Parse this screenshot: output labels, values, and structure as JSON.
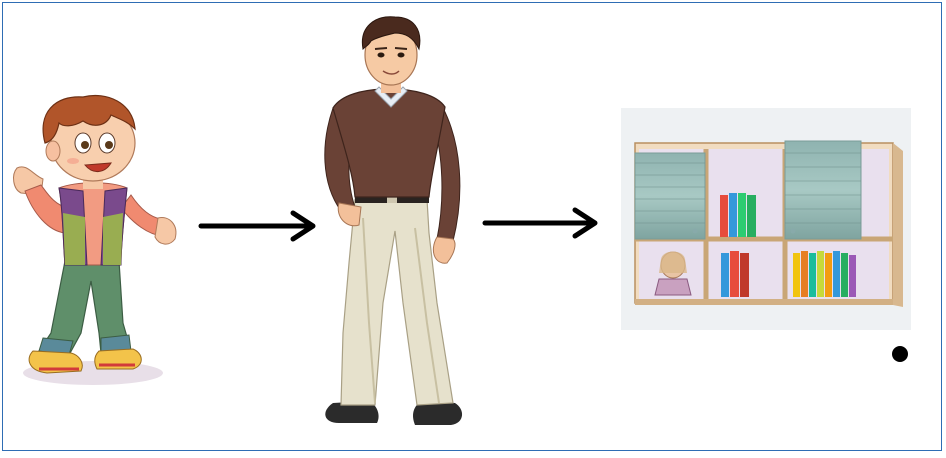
{
  "slide": {
    "border_color": "#2e6db4",
    "items": [
      {
        "name": "child",
        "icon": "child-illustration"
      },
      {
        "name": "adult",
        "icon": "adult-man-illustration"
      },
      {
        "name": "bookshelf",
        "icon": "bookshelf-illustration"
      }
    ],
    "connectors": [
      "arrow-right-icon",
      "arrow-right-icon"
    ],
    "bullet_color": "#000000"
  }
}
